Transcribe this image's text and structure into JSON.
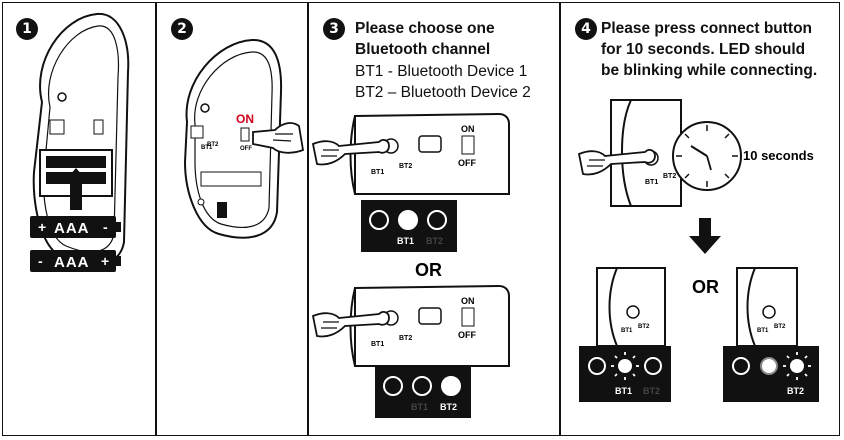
{
  "steps": [
    {
      "num": "1",
      "icon": "battery-install-illustration"
    },
    {
      "num": "2",
      "icon": "power-switch-illustration"
    },
    {
      "num": "3",
      "icon": "bluetooth-channel-illustration"
    },
    {
      "num": "4",
      "icon": "connect-button-illustration"
    }
  ],
  "step1": {
    "battery_top": "AAA",
    "battery_bottom": "AAA",
    "plus": "+",
    "minus": "-"
  },
  "step2": {
    "on_label": "ON",
    "switch_on": "ON",
    "switch_off": "OFF",
    "bt1": "BT1",
    "bt2": "BT2"
  },
  "step3": {
    "title_line1": "Please choose one",
    "title_line2": "Bluetooth channel",
    "bt1_line": "BT1 -  Bluetooth Device 1",
    "bt2_line": "BT2 – Bluetooth Device 2",
    "or": "OR",
    "switch_on": "ON",
    "switch_off": "OFF",
    "bt1": "BT1",
    "bt2": "BT2"
  },
  "step4": {
    "title_line1": "Please press connect button",
    "title_line2": "for 10 seconds. LED should",
    "title_line3": "be blinking while connecting.",
    "timer_label": "10 seconds",
    "or": "OR",
    "bt1": "BT1",
    "bt2": "BT2"
  },
  "colors": {
    "ink": "#111111",
    "accent_red": "#d0021b",
    "panel_fill": "#ffffff",
    "led_box": "#111111"
  }
}
